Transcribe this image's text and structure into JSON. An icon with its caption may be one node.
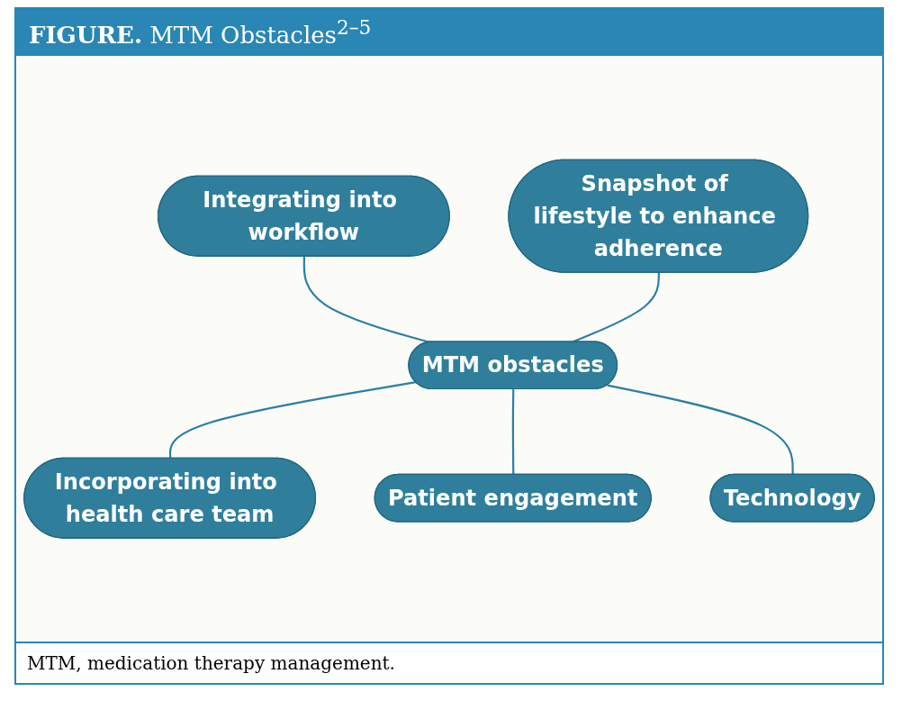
{
  "diagram": {
    "title": "**FIGURE.** MTM Obstacles$^{2–5}$",
    "caption": "MTM, medication therapy management.",
    "nodes": [
      {
        "text": [
          "Integrating into workflow"
        ]
      },
      {
        "text": [
          "Snapshot of lifestyle to enhance adherence"
        ]
      },
      {
        "text": [
          "MTM obstacles"
        ]
      },
      {
        "text": [
          "Incorporating into health care team"
        ]
      },
      {
        "text": [
          "Patient engagement"
        ]
      },
      {
        "text": [
          "Technology"
        ]
      }
    ],
    "edges": [
      {
        "from": 0,
        "to": 2,
        "arrow": "none"
      },
      {
        "from": 1,
        "to": 2,
        "arrow": "none"
      },
      {
        "from": 2,
        "to": 3,
        "arrow": "none"
      },
      {
        "from": 2,
        "to": 4,
        "arrow": "none"
      },
      {
        "from": 2,
        "to": 5,
        "arrow": "none"
      }
    ]
  }
}
